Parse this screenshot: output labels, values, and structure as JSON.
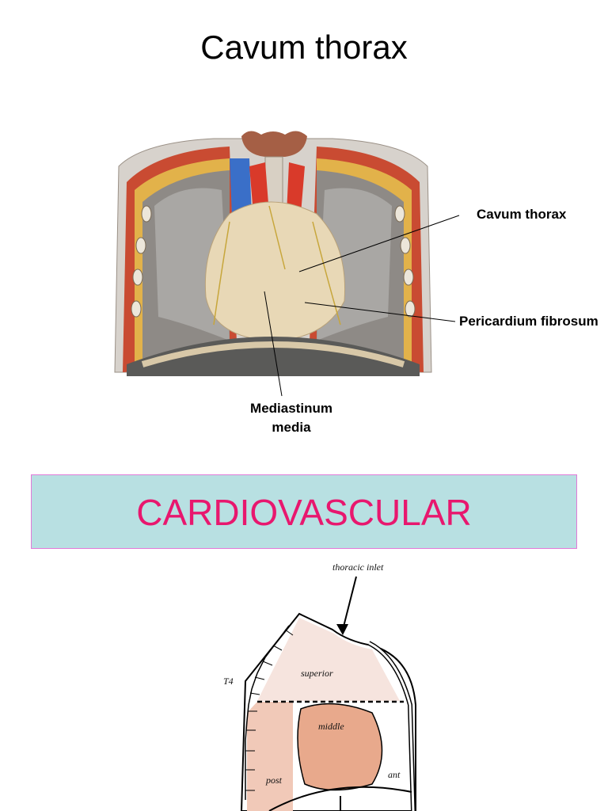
{
  "page": {
    "title": "Cavum thorax"
  },
  "figure1": {
    "labels": {
      "cavum_thorax": "Cavum thorax",
      "pericardium": "Pericardium fibrosum",
      "mediastinum": "Mediastinum media"
    }
  },
  "banner": {
    "text": "CARDIOVASCULAR",
    "background": "#b8e0e2",
    "text_color": "#e8176e",
    "border": "#e07ad8"
  },
  "figure2": {
    "labels": {
      "inlet": "thoracic inlet",
      "t4": "T4",
      "superior": "superior",
      "middle": "middle",
      "post": "post",
      "ant": "ant"
    }
  }
}
